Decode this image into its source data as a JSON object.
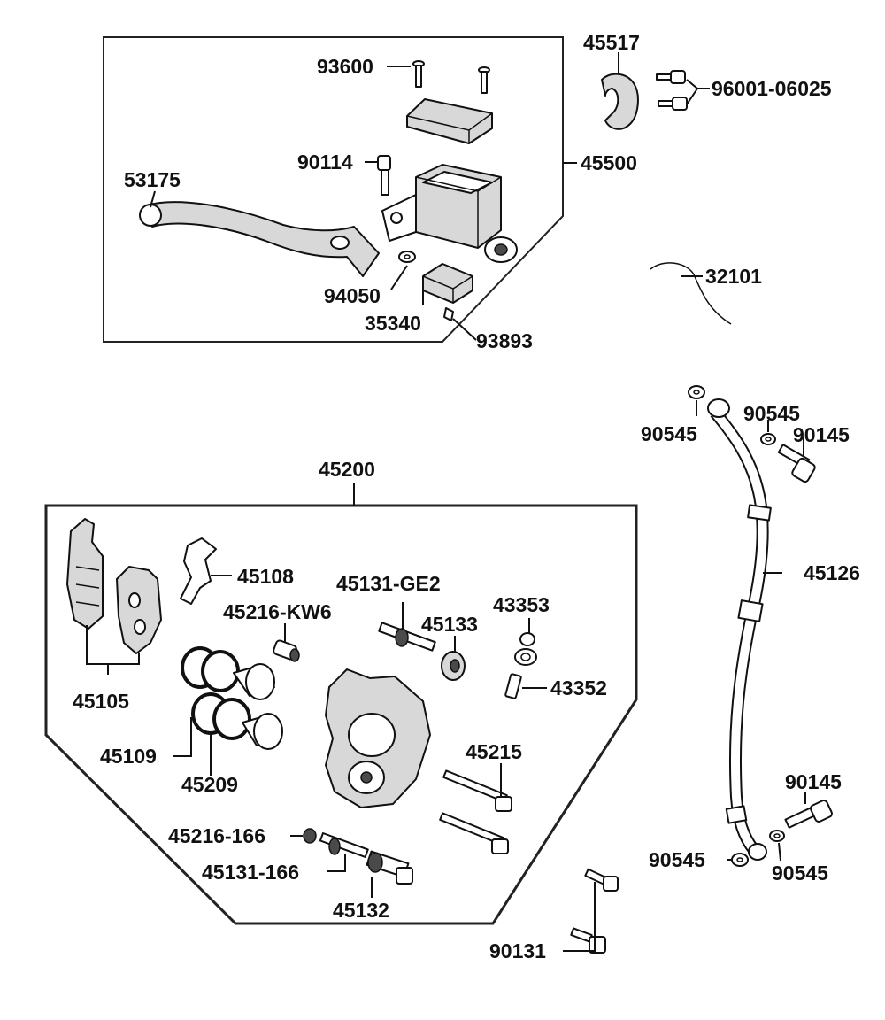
{
  "diagram": {
    "labels": {
      "p93600": "93600",
      "p45517": "45517",
      "p96001": "96001-06025",
      "p90114": "90114",
      "p45500": "45500",
      "p53175": "53175",
      "p32101": "32101",
      "p94050": "94050",
      "p35340": "35340",
      "p93893": "93893",
      "p90545a": "90545",
      "p90545b": "90545",
      "p90145a": "90145",
      "p45200": "45200",
      "p45108": "45108",
      "p45131ge2": "45131-GE2",
      "p45126": "45126",
      "p45216kw6": "45216-KW6",
      "p45133": "45133",
      "p43353": "43353",
      "p43352": "43352",
      "p45105": "45105",
      "p45215": "45215",
      "p45109": "45109",
      "p45209": "45209",
      "p90145b": "90145",
      "p45216166": "45216-166",
      "p90545c": "90545",
      "p90545d": "90545",
      "p45131166": "45131-166",
      "p45132": "45132",
      "p90131": "90131"
    }
  }
}
